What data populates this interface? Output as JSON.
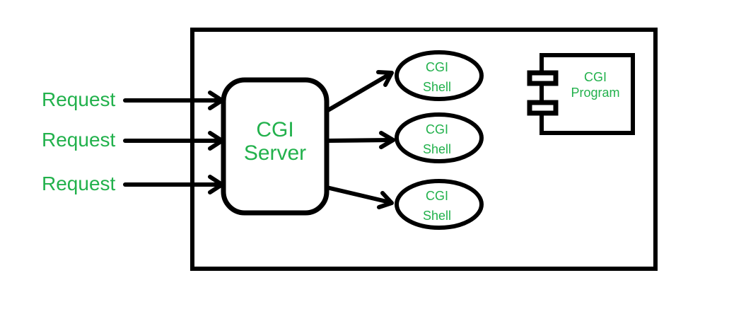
{
  "colors": {
    "green": "#22b14c",
    "ink": "#000000",
    "background": "#ffffff"
  },
  "requests": [
    {
      "label": "Request"
    },
    {
      "label": "Request"
    },
    {
      "label": "Request"
    }
  ],
  "server": {
    "line1": "CGI",
    "line2": "Server"
  },
  "shells": [
    {
      "line1": "CGI",
      "line2": "Shell"
    },
    {
      "line1": "CGI",
      "line2": "Shell"
    },
    {
      "line1": "CGI",
      "line2": "Shell"
    }
  ],
  "program": {
    "line1": "CGI",
    "line2": "Program"
  }
}
